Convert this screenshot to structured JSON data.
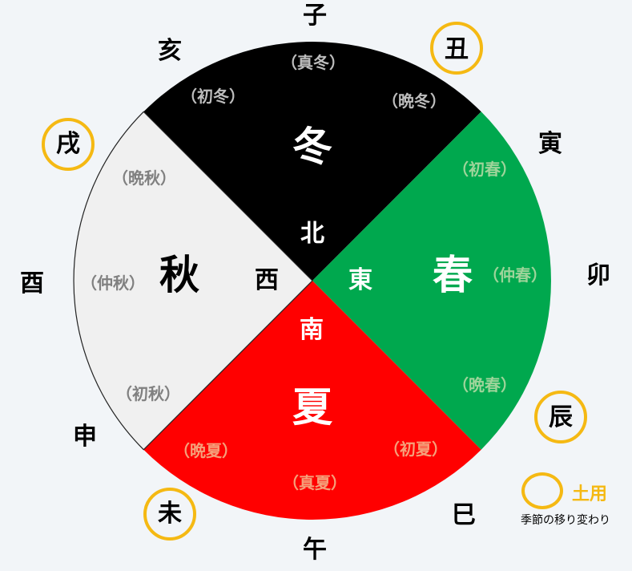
{
  "colors": {
    "winter": "#000000",
    "spring": "#00a84e",
    "summer": "#ff0000",
    "autumn": "#f0f0f0",
    "earth_ring": "#f5b913",
    "background": "#f2f5f8"
  },
  "seasons": {
    "winter": {
      "name": "冬",
      "direction": "北",
      "early": "（初冬）",
      "mid": "（真冬）",
      "late": "（晩冬）"
    },
    "spring": {
      "name": "春",
      "direction": "東",
      "early": "（初春）",
      "mid": "（仲春）",
      "late": "（晩春）"
    },
    "summer": {
      "name": "夏",
      "direction": "南",
      "early": "（初夏）",
      "mid": "（真夏）",
      "late": "（晩夏）"
    },
    "autumn": {
      "name": "秋",
      "direction": "西",
      "early": "（初秋）",
      "mid": "（仲秋）",
      "late": "（晩秋）"
    }
  },
  "branches": {
    "ne": "子",
    "ushi": "丑",
    "tora": "寅",
    "u": "卯",
    "tatsu": "辰",
    "mi": "巳",
    "uma": "午",
    "hitsuji": "未",
    "saru": "申",
    "tori": "酉",
    "inu": "戌",
    "i": "亥"
  },
  "legend": {
    "label": "土用",
    "note": "季節の移り変わり"
  }
}
